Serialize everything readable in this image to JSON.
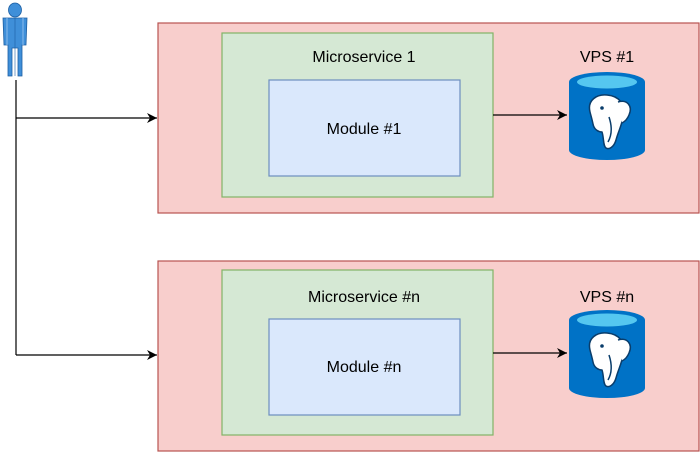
{
  "colors": {
    "vps_fill": "#f8cecc",
    "vps_stroke": "#b85450",
    "microservice_fill": "#d5e8d4",
    "microservice_stroke": "#82b366",
    "module_fill": "#dae8fc",
    "module_stroke": "#6c8ebf",
    "database_blue": "#0072c6",
    "database_top": "#55c7f0",
    "user_blue": "#3f8fd9",
    "edge": "#000000"
  },
  "icons": {
    "user": "user-icon",
    "database": "postgresql-database-icon"
  },
  "diagram": {
    "user": {
      "icon": "user-icon"
    },
    "groups": [
      {
        "vps_label": "VPS #1",
        "microservice_label": "Microservice 1",
        "module_label": "Module #1",
        "database_icon": "postgresql-database-icon"
      },
      {
        "vps_label": "VPS #n",
        "microservice_label": "Microservice #n",
        "module_label": "Module #n",
        "database_icon": "postgresql-database-icon"
      }
    ]
  }
}
